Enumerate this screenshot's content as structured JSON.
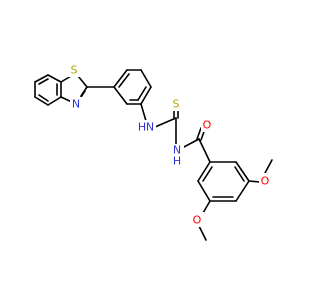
{
  "colors": {
    "bond": "#000000",
    "sulfur": "#b5a400",
    "nitrogen": "#2a34d9",
    "oxygen": "#ff0000",
    "background": "#ffffff"
  },
  "atom_labels": {
    "s_thiazole": "S",
    "n_thiazole": "N",
    "nh_left_n": "N",
    "nh_left_h": "H",
    "s_thio": "S",
    "nh_right_n": "N",
    "nh_right_h": "H",
    "o_carbonyl": "O",
    "o_methoxy_upper": "O",
    "o_methoxy_lower": "O"
  }
}
